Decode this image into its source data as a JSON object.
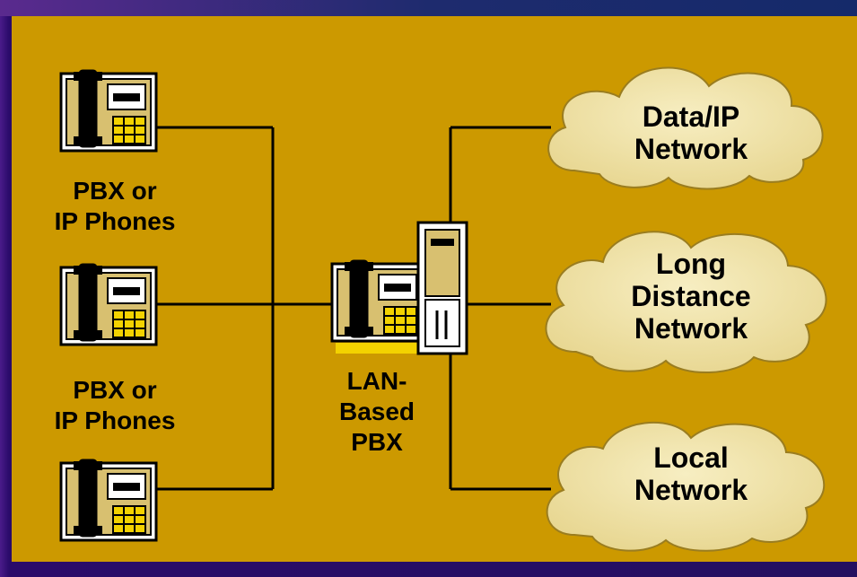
{
  "colors": {
    "background": "#cc9900",
    "frame": "#2c0f6e",
    "cloud_fill": "#efe2a8",
    "line": "#000000"
  },
  "phones": {
    "group_label_1": "PBX or\nIP Phones",
    "group_label_2": "PBX or\nIP Phones"
  },
  "pbx": {
    "label": "LAN-\nBased\nPBX"
  },
  "clouds": [
    {
      "label": "Data/IP\nNetwork"
    },
    {
      "label": "Long\nDistance\nNetwork"
    },
    {
      "label": "Local\nNetwork"
    }
  ]
}
